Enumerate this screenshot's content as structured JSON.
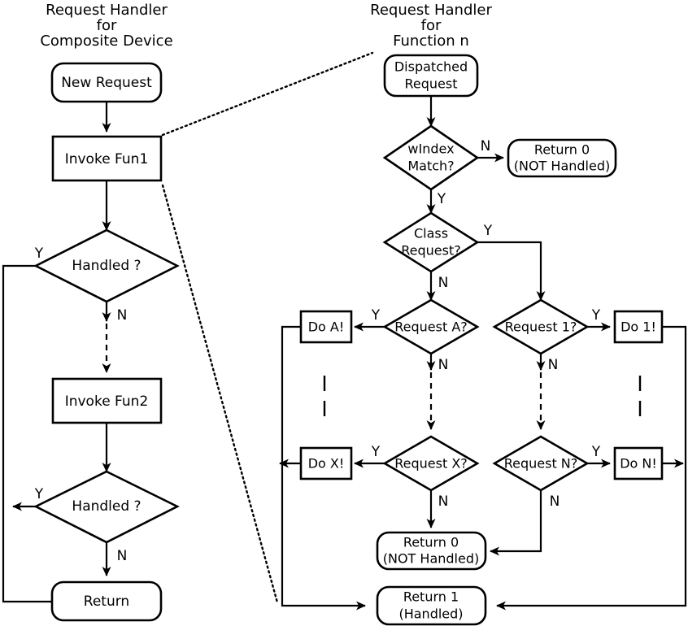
{
  "diagram": {
    "title": "USB composite device request handler flowchart",
    "stroke_color": "#000000",
    "fill_color": "#ffffff",
    "background": "#ffffff"
  },
  "left_column": {
    "header": {
      "line1": "Request Handler",
      "line2": "for",
      "line3": "Composite Device"
    },
    "nodes": {
      "new_request": "New Request",
      "invoke_fun1": "Invoke Fun1",
      "handled_1": "Handled ?",
      "invoke_fun2": "Invoke Fun2",
      "handled_2": "Handled ?",
      "return": "Return"
    },
    "edge_labels": {
      "handled1_yes": "Y",
      "handled1_no": "N",
      "handled2_yes": "Y",
      "handled2_no": "N"
    }
  },
  "right_column": {
    "header": {
      "line1": "Request Handler",
      "line2": "for",
      "line3": "Function n"
    },
    "nodes": {
      "dispatched_request_l1": "Dispatched",
      "dispatched_request_l2": "Request",
      "windex_match_l1": "wIndex",
      "windex_match_l2": "Match?",
      "return0_top_l1": "Return 0",
      "return0_top_l2": "(NOT Handled)",
      "class_request_l1": "Class",
      "class_request_l2": "Request?",
      "request_a": "Request A?",
      "request_1": "Request 1?",
      "request_x": "Request X?",
      "request_n": "Request N?",
      "do_a": "Do A!",
      "do_1": "Do 1!",
      "do_x": "Do X!",
      "do_n": "Do N!",
      "return0_bottom_l1": "Return 0",
      "return0_bottom_l2": "(NOT Handled)",
      "return1_l1": "Return 1",
      "return1_l2": "(Handled)"
    },
    "edge_labels": {
      "windex_no": "N",
      "windex_yes": "Y",
      "class_yes": "Y",
      "class_no": "N",
      "request_a_yes": "Y",
      "request_a_no": "N",
      "request_1_yes": "Y",
      "request_1_no": "N",
      "request_x_yes": "Y",
      "request_x_no": "N",
      "request_n_yes": "Y",
      "request_n_no": "N"
    }
  }
}
